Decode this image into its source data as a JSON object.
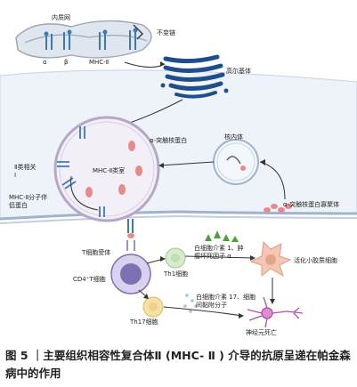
{
  "labels": {
    "er": "内质网",
    "invariant_chain": "不变链",
    "alpha": "α",
    "beta": "β",
    "mhc2": "MHC-Ⅱ",
    "golgi": "高尔基体",
    "alpha_syn": "α-突触核蛋白",
    "endosome": "核内体",
    "mhc2_compartment": "MHC-Ⅱ类室",
    "class2_assoc": "Ⅱ类相关Ⅰ",
    "mhc2_chaperone": "MHC-Ⅱ分子伴侣蛋白",
    "alpha_syn_aggregate": "α-突触核蛋白寡聚体",
    "tcr": "T细胞受体",
    "cd4_t": "CD4⁺T细胞",
    "th1": "Th1细胞",
    "th1_cytokines": "白细胞介素 1、肿瘤坏死因子 α",
    "microglia": "活化小胶质细胞",
    "th17": "Th17细胞",
    "th17_cytokines": "白细胞介素 17、细胞间黏附分子",
    "neuron_death": "神经元死亡"
  },
  "caption": "图 5 ｜主要组织相容性复合体Ⅱ (MHC- Ⅱ ) 介导的抗原呈递在帕金森病中的作用",
  "colors": {
    "cell_bg": "#eef3f9",
    "er": "#dfe6ee",
    "golgi": "#1f4e8c",
    "mhc_blue": "#3d79b8",
    "syn_red": "#e8898b",
    "th1": "#d7eccd",
    "microglia": "#f2c7b3",
    "cd4": "#7f70b3",
    "th17": "#f6e0a8",
    "neuron": "#b04fa8"
  }
}
